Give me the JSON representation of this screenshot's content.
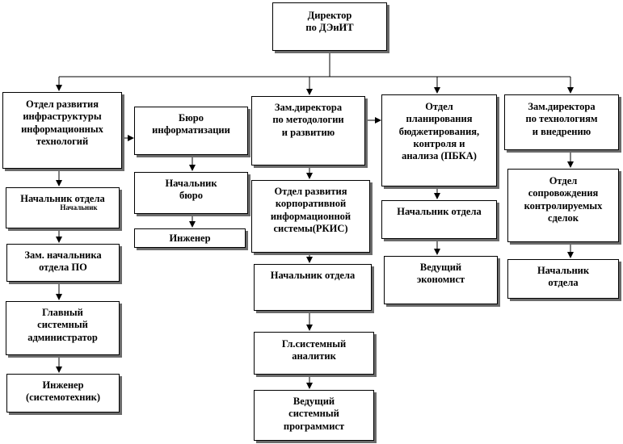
{
  "diagram": {
    "director": "Директор\nпо ДЭиИТ",
    "col1": {
      "dept": "Отдел развития\nинфраструктуры\nинформационных\nтехнологий",
      "head": "Начальник отдела",
      "head_sub": "Начальник",
      "deputy": "Зам. начальника\nотдела ПО",
      "sysadmin": "Главный\nсистемный\nадминистратор",
      "engineer": "Инженер\n(системотехник)"
    },
    "col2": {
      "bureau": "Бюро\nинформатизации",
      "head": "Начальник\nбюро",
      "engineer": "Инженер"
    },
    "col3": {
      "deputy_director": "Зам.директора\nпо методологии\nи развитию",
      "dept": "Отдел развития\nкорпоративной\nинформационной\nсистемы(РКИС)",
      "head": "Начальник отдела",
      "analyst": "Гл.системный\nаналитик",
      "programmer": "Ведущий\nсистемный\nпрограммист"
    },
    "col4": {
      "dept": "Отдел\nпланирования\nбюджетирования,\nконтроля и\nанализа (ПБКА)",
      "head": "Начальник отдела",
      "economist": "Ведущий\nэкономист"
    },
    "col5": {
      "deputy_director": "Зам.директора\nпо технологиям\nи внедрению",
      "dept": "Отдел\nсопровождения\nконтролируемых\nсделок",
      "head": "Начальник\nотдела"
    }
  }
}
